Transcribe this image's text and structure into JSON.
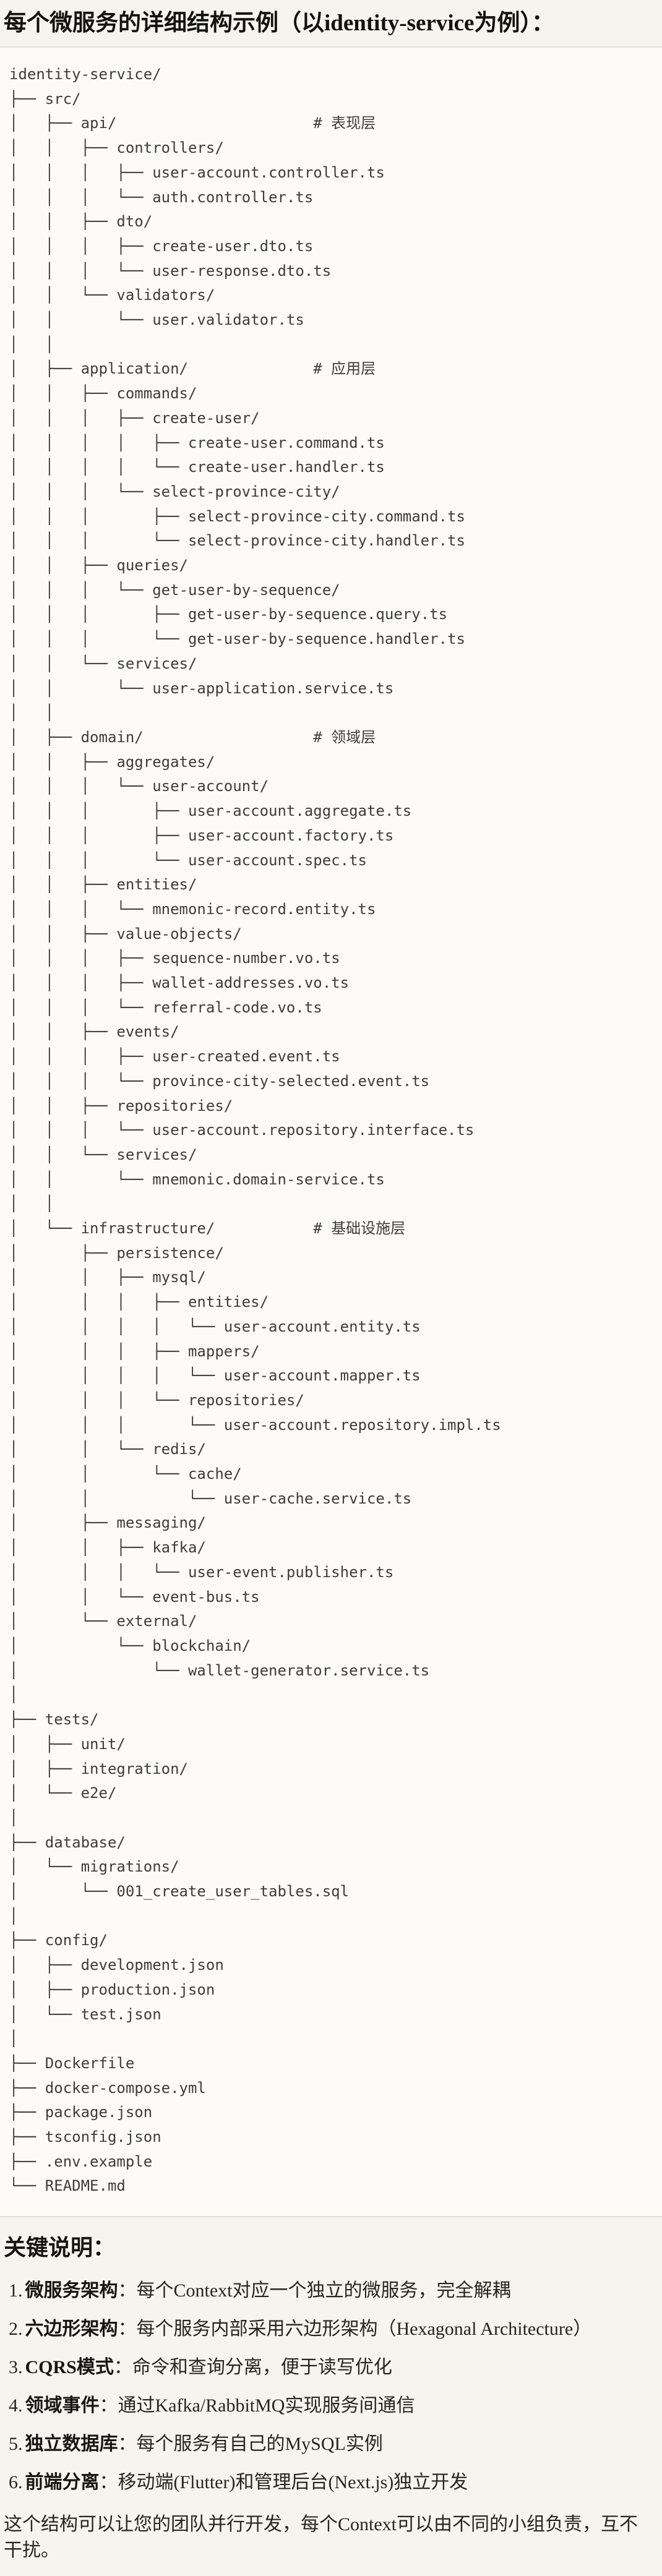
{
  "colors": {
    "page_background": "#f5f4ee",
    "code_background": "#fcfbf7",
    "code_border": "#e0ded6",
    "code_text": "#3e3d39",
    "heading_text": "#121210",
    "body_text": "#26251f"
  },
  "header": {
    "title": "每个微服务的详细结构示例（以identity-service为例）："
  },
  "code_block": {
    "language": "plaintext-directory-tree",
    "lines": [
      "identity-service/",
      "├── src/",
      "│   ├── api/                      # 表现层",
      "│   │   ├── controllers/",
      "│   │   │   ├── user-account.controller.ts",
      "│   │   │   └── auth.controller.ts",
      "│   │   ├── dto/",
      "│   │   │   ├── create-user.dto.ts",
      "│   │   │   └── user-response.dto.ts",
      "│   │   └── validators/",
      "│   │       └── user.validator.ts",
      "│   │",
      "│   ├── application/              # 应用层",
      "│   │   ├── commands/",
      "│   │   │   ├── create-user/",
      "│   │   │   │   ├── create-user.command.ts",
      "│   │   │   │   └── create-user.handler.ts",
      "│   │   │   └── select-province-city/",
      "│   │   │       ├── select-province-city.command.ts",
      "│   │   │       └── select-province-city.handler.ts",
      "│   │   ├── queries/",
      "│   │   │   └── get-user-by-sequence/",
      "│   │   │       ├── get-user-by-sequence.query.ts",
      "│   │   │       └── get-user-by-sequence.handler.ts",
      "│   │   └── services/",
      "│   │       └── user-application.service.ts",
      "│   │",
      "│   ├── domain/                   # 领域层",
      "│   │   ├── aggregates/",
      "│   │   │   └── user-account/",
      "│   │   │       ├── user-account.aggregate.ts",
      "│   │   │       ├── user-account.factory.ts",
      "│   │   │       └── user-account.spec.ts",
      "│   │   ├── entities/",
      "│   │   │   └── mnemonic-record.entity.ts",
      "│   │   ├── value-objects/",
      "│   │   │   ├── sequence-number.vo.ts",
      "│   │   │   ├── wallet-addresses.vo.ts",
      "│   │   │   └── referral-code.vo.ts",
      "│   │   ├── events/",
      "│   │   │   ├── user-created.event.ts",
      "│   │   │   └── province-city-selected.event.ts",
      "│   │   ├── repositories/",
      "│   │   │   └── user-account.repository.interface.ts",
      "│   │   └── services/",
      "│   │       └── mnemonic.domain-service.ts",
      "│   │",
      "│   └── infrastructure/           # 基础设施层",
      "│       ├── persistence/",
      "│       │   ├── mysql/",
      "│       │   │   ├── entities/",
      "│       │   │   │   └── user-account.entity.ts",
      "│       │   │   ├── mappers/",
      "│       │   │   │   └── user-account.mapper.ts",
      "│       │   │   └── repositories/",
      "│       │   │       └── user-account.repository.impl.ts",
      "│       │   └── redis/",
      "│       │       └── cache/",
      "│       │           └── user-cache.service.ts",
      "│       ├── messaging/",
      "│       │   ├── kafka/",
      "│       │   │   └── user-event.publisher.ts",
      "│       │   └── event-bus.ts",
      "│       └── external/",
      "│           └── blockchain/",
      "│               └── wallet-generator.service.ts",
      "│",
      "├── tests/",
      "│   ├── unit/",
      "│   ├── integration/",
      "│   └── e2e/",
      "│",
      "├── database/",
      "│   └── migrations/",
      "│       └── 001_create_user_tables.sql",
      "│",
      "├── config/",
      "│   ├── development.json",
      "│   ├── production.json",
      "│   └── test.json",
      "│",
      "├── Dockerfile",
      "├── docker-compose.yml",
      "├── package.json",
      "├── tsconfig.json",
      "├── .env.example",
      "└── README.md"
    ]
  },
  "notes": {
    "heading": "关键说明：",
    "items": [
      {
        "num": "1.",
        "term": "微服务架构",
        "colon": "：",
        "text": "每个Context对应一个独立的微服务，完全解耦"
      },
      {
        "num": "2.",
        "term": "六边形架构",
        "colon": "：",
        "text": "每个服务内部采用六边形架构（Hexagonal Architecture）"
      },
      {
        "num": "3.",
        "term": "CQRS模式",
        "colon": "：",
        "text": "命令和查询分离，便于读写优化"
      },
      {
        "num": "4.",
        "term": "领域事件",
        "colon": "：",
        "text": "通过Kafka/RabbitMQ实现服务间通信"
      },
      {
        "num": "5.",
        "term": "独立数据库",
        "colon": "：",
        "text": "每个服务有自己的MySQL实例"
      },
      {
        "num": "6.",
        "term": "前端分离",
        "colon": "：",
        "text": "移动端(Flutter)和管理后台(Next.js)独立开发"
      }
    ],
    "closing": "这个结构可以让您的团队并行开发，每个Context可以由不同的小组负责，互不干扰。"
  }
}
